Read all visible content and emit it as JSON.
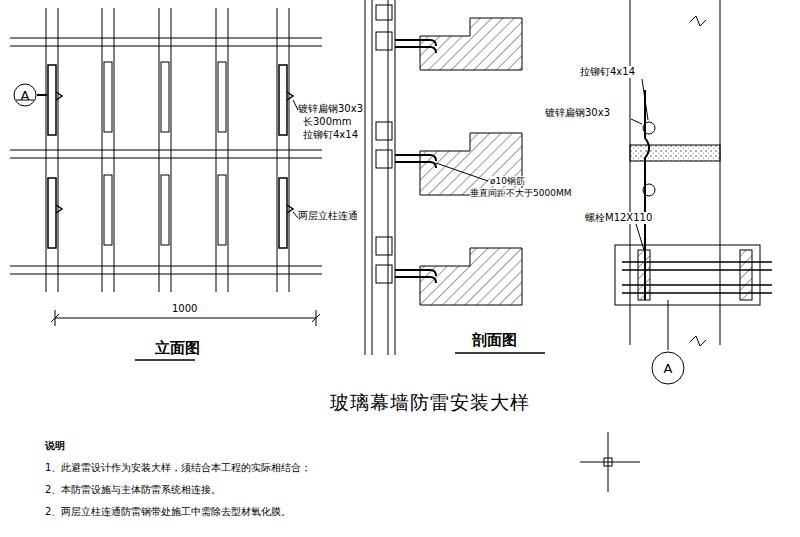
{
  "diagram": {
    "title": "玻璃幕墙防雷安装大样",
    "nodes": [
      {
        "text": [
          "A"
        ]
      },
      {
        "text": [
          "A"
        ]
      }
    ],
    "labels": [
      "立面图",
      "镀锌扁钢30x3",
      "长300mm",
      "拉铆钉4x14",
      "两层立柱连通",
      "1000",
      "剖面图",
      "ø10钢筋",
      "垂直间距不大于5000MM",
      "拉铆钉4x14",
      "镀锌扁钢30x3",
      "螺栓M12X110",
      "说明",
      "1、此避雷设计作为安装大样，须结合本工程的实际相结合；",
      "2、本防雷设施与主体防雷系统相连接。",
      "2、两层立柱连通防雷钢带处施工中需除去型材氧化膜。"
    ]
  }
}
